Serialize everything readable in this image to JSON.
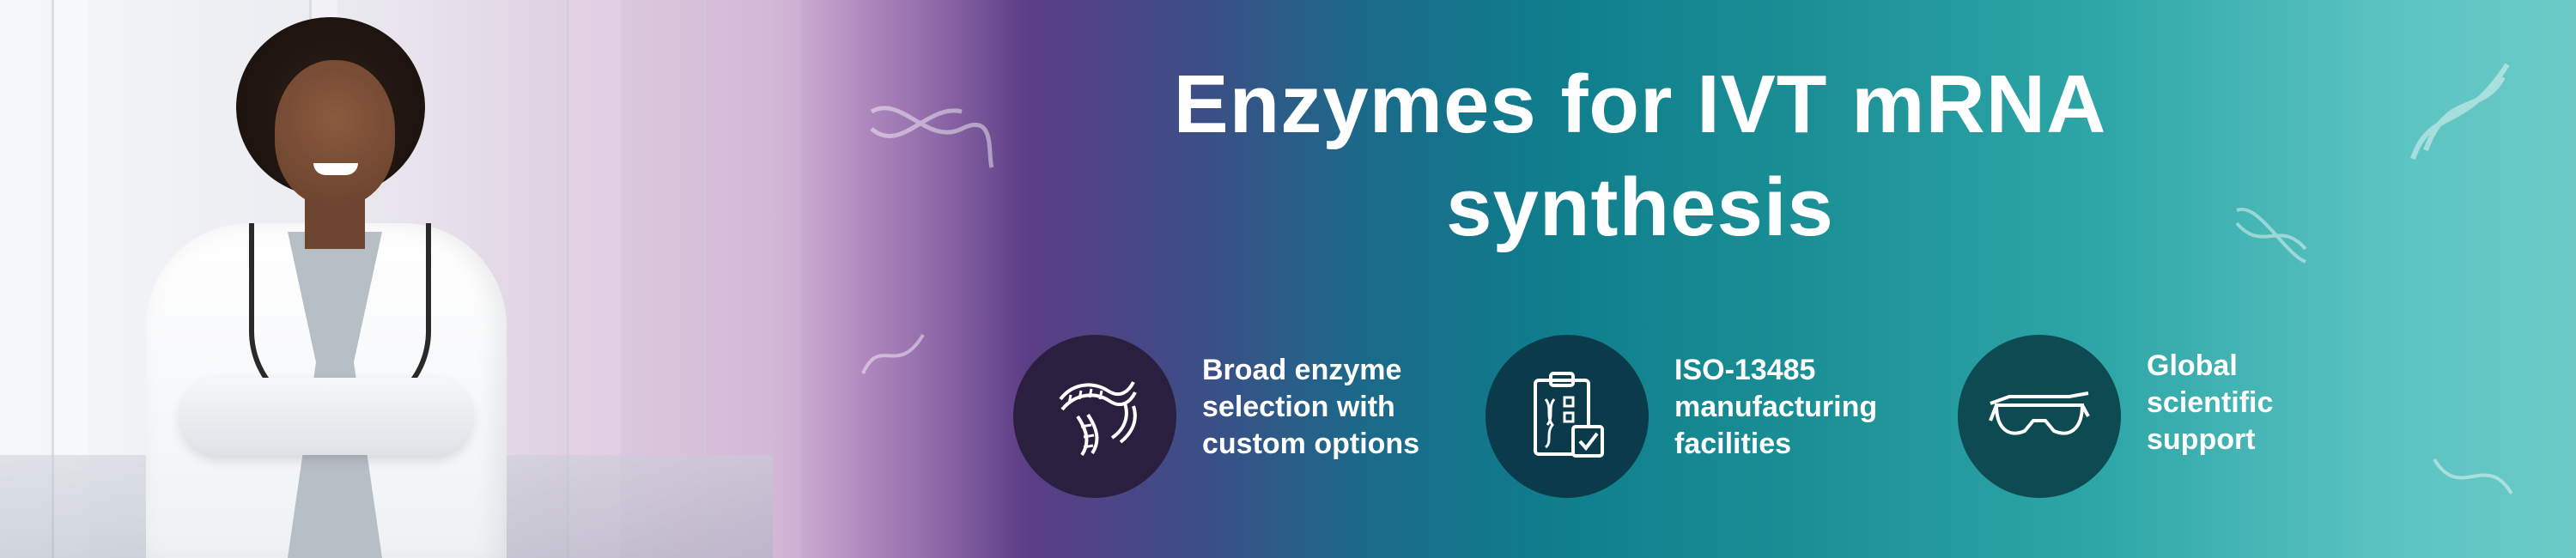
{
  "banner": {
    "title_lines": [
      "Enzymes for IVT mRNA",
      "synthesis"
    ],
    "features": [
      {
        "icon": "dna-strand-icon",
        "lines": [
          "Broad enzyme",
          "selection with",
          "custom options"
        ]
      },
      {
        "icon": "clipboard-checklist-icon",
        "lines": [
          "ISO-13485",
          "manufacturing",
          "facilities"
        ]
      },
      {
        "icon": "safety-goggles-icon",
        "lines": [
          "Global",
          "scientific",
          "support"
        ]
      }
    ],
    "colors": {
      "title_text": "#ffffff",
      "icon_circle_1": "#2a1f3f",
      "icon_circle_2": "#0b3a4a",
      "icon_circle_3": "#0d4a52",
      "gradient_purple": "#5b3d86",
      "gradient_teal": "#0f7d8c",
      "gradient_light_teal": "#6ccbc7"
    }
  }
}
